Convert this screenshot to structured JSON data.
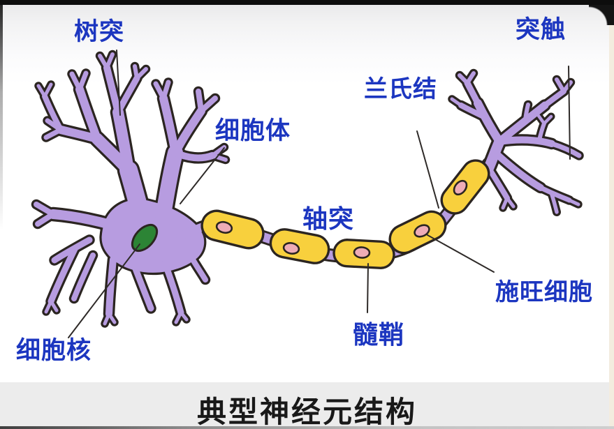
{
  "title": "典型神经元结构",
  "labels": {
    "dendrite": "树突",
    "cell_body": "细胞体",
    "nucleus": "细胞核",
    "axon": "轴突",
    "myelin_sheath": "髓鞘",
    "node_of_ranvier": "兰氏结",
    "schwann_cell": "施旺细胞",
    "synapse": "突触"
  },
  "colors": {
    "label_blue": "#1c36c0",
    "membrane_purple": "#b79ce0",
    "myelin_yellow": "#f8d03d",
    "nucleus_green": "#2c8435",
    "schwann_pink": "#eeacb6",
    "outline_dark": "#2b2521",
    "title_color": "#191919"
  }
}
